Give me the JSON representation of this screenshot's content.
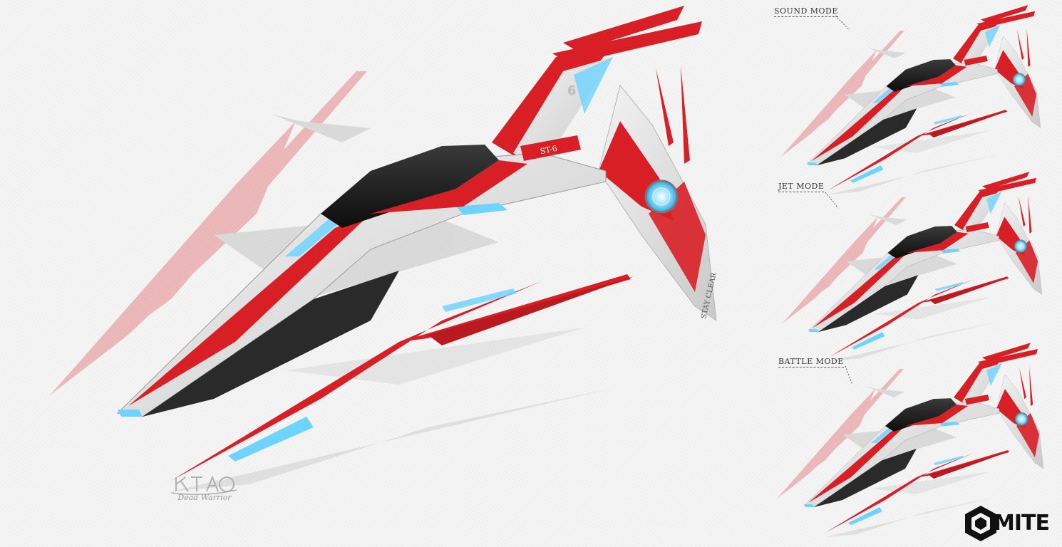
{
  "labels": {
    "sound_mode": "SOUND MODE",
    "jet_mode": "JET MODE",
    "battle_mode": "BATTLE MODE"
  },
  "main_ship": {
    "hull_tag": "ST-6",
    "wing_text": "STAY CLEAR",
    "emblem_number": "6"
  },
  "logo": {
    "text": "MITE"
  },
  "signature": {
    "text": "Dead Warrior"
  },
  "colors": {
    "red": "#d81f26",
    "white": "#e8e8e8",
    "black": "#1a1a1a",
    "glow": "#6fd3ff"
  }
}
